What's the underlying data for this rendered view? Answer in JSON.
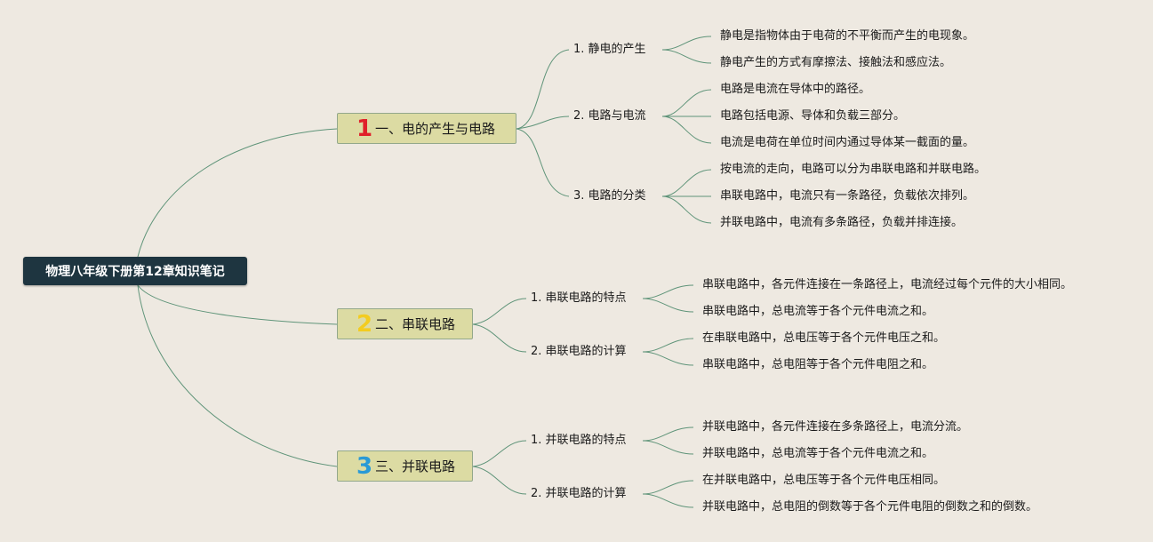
{
  "root": {
    "label": "物理八年级下册第12章知识笔记"
  },
  "accent": {
    "line": "#5f9479",
    "root_bg": "#1e3540",
    "topic_bg": "#dcdba3"
  },
  "topics": [
    {
      "num": "1",
      "num_color": "#e0202a",
      "label": "一、电的产生与电路",
      "subs": [
        {
          "label": "1. 静电的产生",
          "leaves": [
            "静电是指物体由于电荷的不平衡而产生的电现象。",
            "静电产生的方式有摩擦法、接触法和感应法。"
          ]
        },
        {
          "label": "2. 电路与电流",
          "leaves": [
            "电路是电流在导体中的路径。",
            "电路包括电源、导体和负载三部分。",
            "电流是电荷在单位时间内通过导体某一截面的量。"
          ]
        },
        {
          "label": "3. 电路的分类",
          "leaves": [
            "按电流的走向，电路可以分为串联电路和并联电路。",
            "串联电路中，电流只有一条路径，负载依次排列。",
            "并联电路中，电流有多条路径，负载并排连接。"
          ]
        }
      ]
    },
    {
      "num": "2",
      "num_color": "#f3cc1f",
      "label": "二、串联电路",
      "subs": [
        {
          "label": "1. 串联电路的特点",
          "leaves": [
            "串联电路中，各元件连接在一条路径上，电流经过每个元件的大小相同。",
            "串联电路中，总电流等于各个元件电流之和。"
          ]
        },
        {
          "label": "2. 串联电路的计算",
          "leaves": [
            "在串联电路中，总电压等于各个元件电压之和。",
            "串联电路中，总电阻等于各个元件电阻之和。"
          ]
        }
      ]
    },
    {
      "num": "3",
      "num_color": "#2a9ad6",
      "label": "三、并联电路",
      "subs": [
        {
          "label": "1. 并联电路的特点",
          "leaves": [
            "并联电路中，各元件连接在多条路径上，电流分流。",
            "并联电路中，总电流等于各个元件电流之和。"
          ]
        },
        {
          "label": "2. 并联电路的计算",
          "leaves": [
            "在并联电路中，总电压等于各个元件电压相同。",
            "并联电路中，总电阻的倒数等于各个元件电阻的倒数之和的倒数。"
          ]
        }
      ]
    }
  ]
}
